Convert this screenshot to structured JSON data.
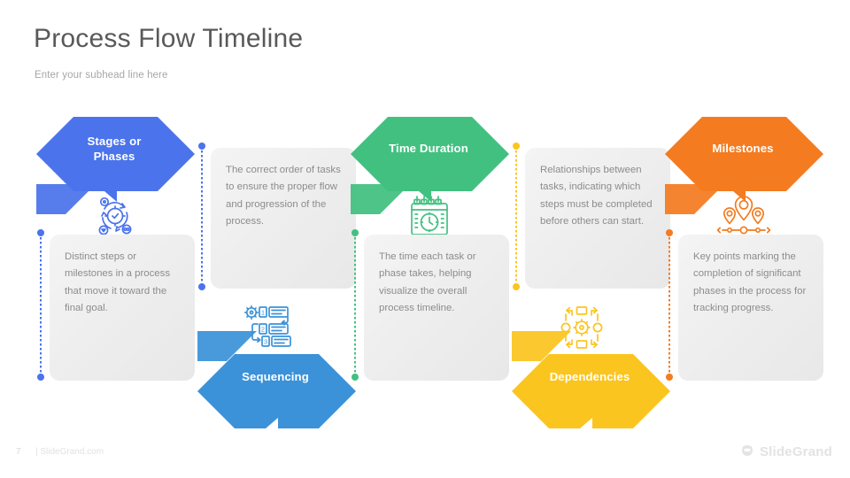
{
  "header": {
    "title": "Process Flow Timeline",
    "subhead": "Enter your subhead line here"
  },
  "footer": {
    "page_number": "7",
    "site": "| SlideGrand.com",
    "brand_name": "SlideGrand",
    "brand_mark_icon": "stacked-disc-logo-icon"
  },
  "stages": [
    {
      "id": "stages-or-phases",
      "label": "Stages or\nPhases",
      "label_line1": "Stages or",
      "label_line2": "Phases",
      "description": "Distinct steps or milestones in a process that move it toward the final goal.",
      "color": "#4A73EC",
      "icon": "gear-cycle-icon",
      "arrow_position": "top"
    },
    {
      "id": "sequencing",
      "label": "Sequencing",
      "label_line1": "Sequencing",
      "label_line2": "",
      "description": "The correct order of tasks to ensure the proper flow and progression of the process.",
      "color": "#3B92D8",
      "icon": "ordered-list-gear-icon",
      "arrow_position": "bottom"
    },
    {
      "id": "time-duration",
      "label": "Time Duration",
      "label_line1": "Time Duration",
      "label_line2": "",
      "description": "The time each task or phase takes, helping visualize the overall process timeline.",
      "color": "#42C080",
      "icon": "calendar-clock-icon",
      "arrow_position": "top"
    },
    {
      "id": "dependencies",
      "label": "Dependencies",
      "label_line1": "Dependencies",
      "label_line2": "",
      "description": "Relationships between tasks, indicating which steps must be completed before others can start.",
      "color": "#FBC51F",
      "icon": "gear-network-icon",
      "arrow_position": "bottom"
    },
    {
      "id": "milestones",
      "label": "Milestones",
      "label_line1": "Milestones",
      "label_line2": "",
      "description": "Key points marking the completion of significant phases in the process for tracking progress.",
      "color": "#F47B20",
      "icon": "map-pin-markers-icon",
      "arrow_position": "top"
    }
  ]
}
